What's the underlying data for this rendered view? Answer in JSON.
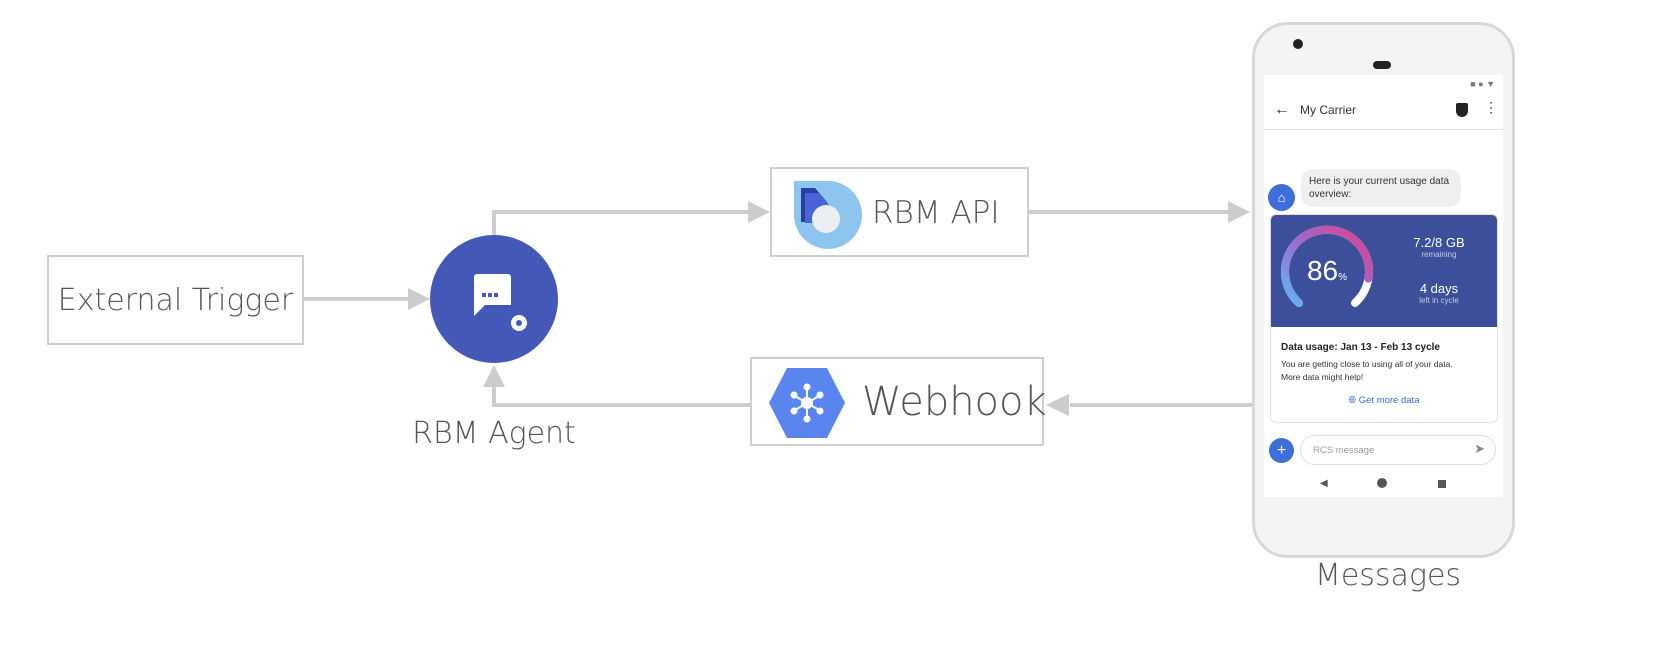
{
  "nodes": {
    "trigger": "External Trigger",
    "agent": "RBM Agent",
    "api": "RBM API",
    "webhook": "Webhook",
    "messages": "Messages"
  },
  "phone": {
    "title": "My Carrier",
    "bubble": "Here is your current usage data overview:",
    "gauge_percent": "86",
    "gauge_unit": "%",
    "gauge_fraction": 0.86,
    "data_remaining": "7.2/8 GB",
    "data_remaining_label": "remaining",
    "days_left": "4 days",
    "days_left_label": "left in cycle",
    "card_title": "Data usage: Jan 13 - Feb 13 cycle",
    "card_text_1": "You are getting close to using all of your data.",
    "card_text_2": "More data might help!",
    "card_action": "Get more data",
    "input_placeholder": "RCS message"
  },
  "colors": {
    "agent": "#4458b8",
    "card": "#3d4f9a",
    "accent": "#4285f4",
    "arrow": "#cccccc"
  }
}
